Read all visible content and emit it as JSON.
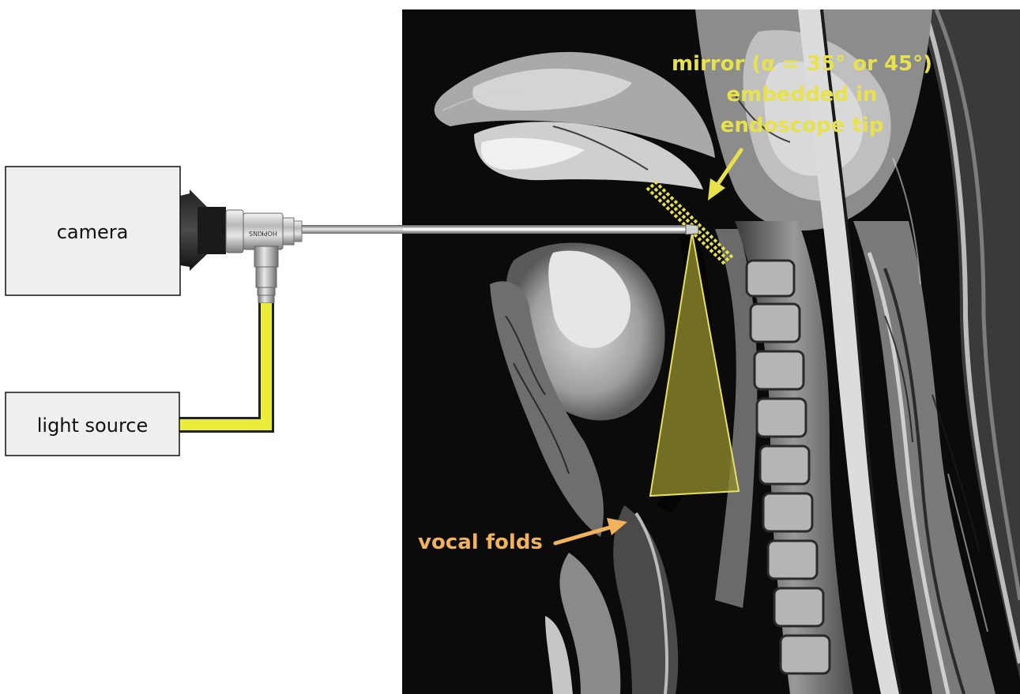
{
  "labels": {
    "camera": "camera",
    "light_source": "light source",
    "endoscope_brand": "HOPKINS",
    "mirror_line1": "mirror (α = 35° or 45°)",
    "mirror_line2": "embedded in",
    "mirror_line3": "endoscope tip",
    "vocal_folds": "vocal folds"
  },
  "colors": {
    "annotation_yellow": "#e8e24a",
    "annotation_orange": "#f2b25c",
    "cable_yellow": "#ecec3a",
    "box_fill": "#efefef",
    "mri_background": "#0b0b0b",
    "view_cone": "#8f8a2b"
  }
}
